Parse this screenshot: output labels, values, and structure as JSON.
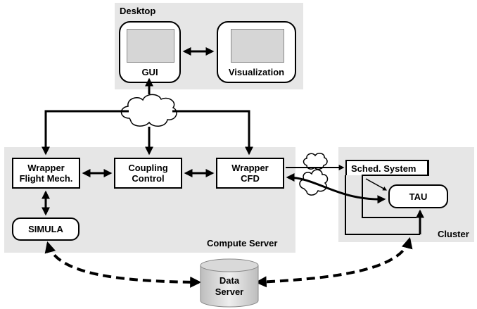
{
  "regions": {
    "desktop": "Desktop",
    "compute_server": "Compute Server",
    "cluster": "Cluster"
  },
  "nodes": {
    "gui": "GUI",
    "visualization": "Visualization",
    "wrapper_flight_mech": "Wrapper\nFlight Mech.",
    "coupling_control": "Coupling\nControl",
    "wrapper_cfd": "Wrapper\nCFD",
    "simula": "SIMULA",
    "sched_system": "Sched. System",
    "tau": "TAU",
    "data_server": "Data\nServer"
  },
  "icons": {
    "network": "cloud-icon",
    "storage": "database-icon",
    "thumbnail": "screenshot-thumbnail"
  }
}
